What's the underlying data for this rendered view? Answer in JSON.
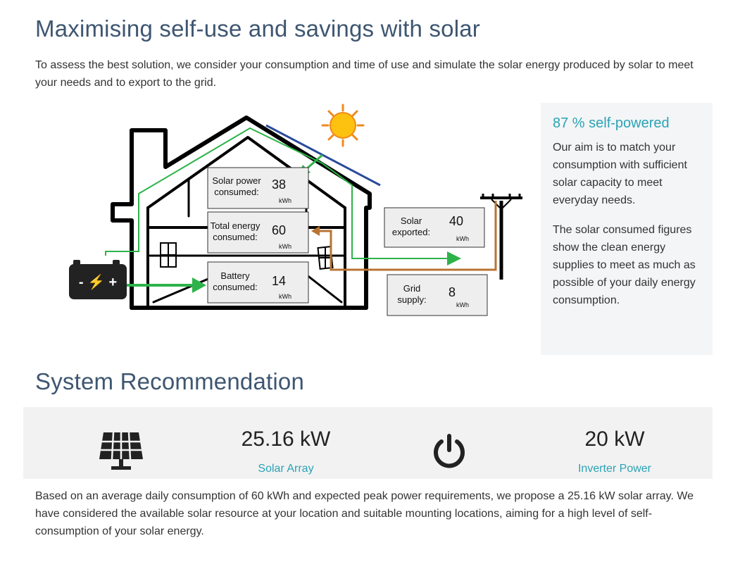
{
  "header": {
    "title": "Maximising self-use and savings with solar",
    "intro": "To assess the best solution, we consider your consumption and time of use and simulate the solar energy produced by solar to meet your needs and to export to the grid."
  },
  "diagram": {
    "solar_consumed": {
      "label_1": "Solar power",
      "label_2": "consumed:",
      "value": "38",
      "unit": "kWh"
    },
    "total_consumed": {
      "label_1": "Total energy",
      "label_2": "consumed:",
      "value": "60",
      "unit": "kWh"
    },
    "battery_consumed": {
      "label_1": "Battery",
      "label_2": "consumed:",
      "value": "14",
      "unit": "kWh"
    },
    "solar_exported": {
      "label_1": "Solar",
      "label_2": "exported:",
      "value": "40",
      "unit": "kWh"
    },
    "grid_supply": {
      "label_1": "Grid",
      "label_2": "supply:",
      "value": "8",
      "unit": "kWh"
    },
    "battery_symbol": "- ⚡ +"
  },
  "panel": {
    "title": "87 % self-powered",
    "p1": "Our aim is to match your consumption with sufficient solar capacity to meet everyday needs.",
    "p2": "The solar consumed figures show the clean energy supplies to meet as much as possible of your daily energy consumption."
  },
  "recommendation": {
    "title": "System Recommendation",
    "solar_array": {
      "value": "25.16 kW",
      "label": "Solar Array",
      "icon": "solar-panel-icon"
    },
    "inverter": {
      "value": "20 kW",
      "label": "Inverter Power",
      "icon": "power-icon"
    },
    "description": "Based on an average daily consumption of 60 kWh and expected peak power requirements, we propose a 25.16 kW solar array. We have considered the available solar resource at your location and suitable mounting locations, aiming for a high level of self-consumption of your solar energy."
  },
  "colors": {
    "heading": "#3e5671",
    "accent": "#2aa3b5",
    "green_flow": "#2db34a",
    "grid_flow": "#b87333",
    "sun": "#f5a623",
    "panel_line": "#2a4a9a"
  }
}
